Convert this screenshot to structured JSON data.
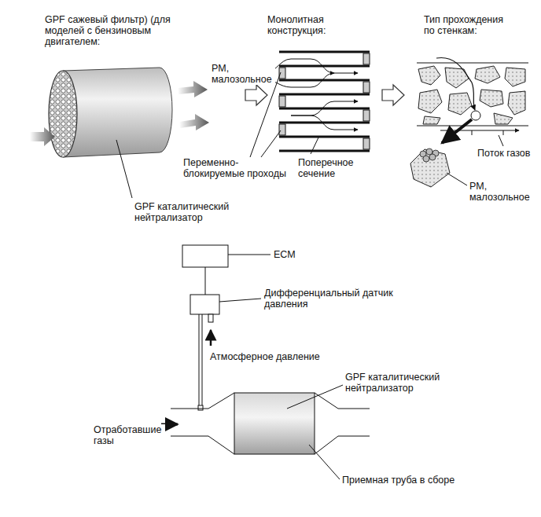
{
  "diagram": {
    "labels": [
      "GPF сажевый фильтр) (для моделей с бензиновым двигателем:",
      "Монолитная конструкция:",
      "Тип прохождения по стенкам:",
      "PM, малозольное",
      "Переменно-блокируемые проходы",
      "Поперечное сечение",
      "Поток газов",
      "PM, малозольное",
      "GPF каталитический нейтрализатор",
      "ECM",
      "Дифференциальный датчик давления",
      "Атмосферное давление",
      "GPF каталитический нейтрализатор",
      "Отработавшие газы",
      "Приемная труба в сборе"
    ]
  }
}
